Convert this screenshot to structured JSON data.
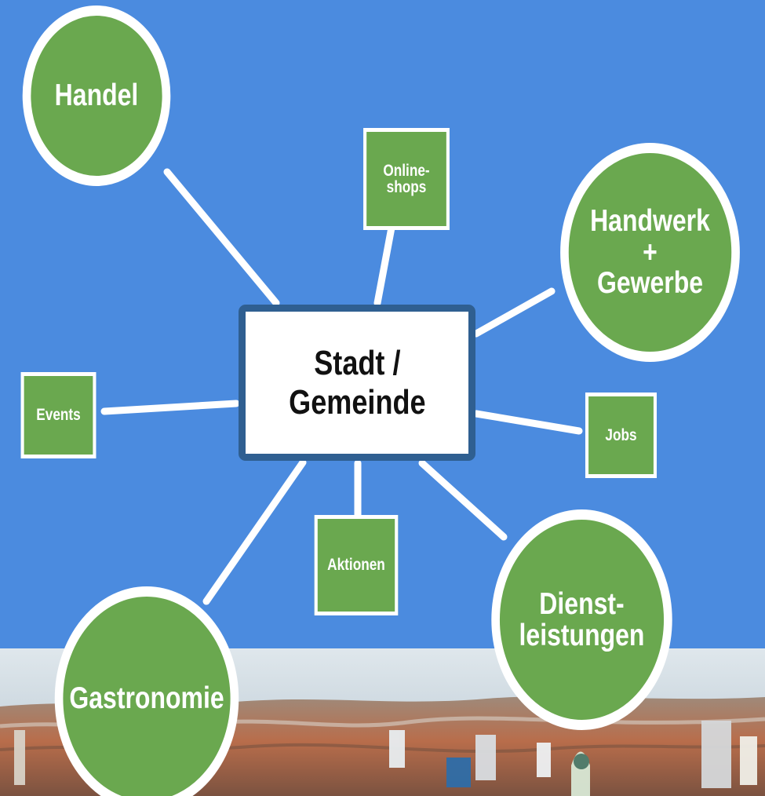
{
  "diagram": {
    "center": {
      "label": "Stadt /\nGemeinde"
    },
    "circles": [
      {
        "key": "handel",
        "label": "Handel"
      },
      {
        "key": "handwerk",
        "label": "Handwerk\n+\nGewerbe"
      },
      {
        "key": "gastronomie",
        "label": "Gastronomie"
      },
      {
        "key": "dienstleistungen",
        "label": "Dienst-\nleistungen"
      }
    ],
    "squares": [
      {
        "key": "onlineshops",
        "label": "Online-\nshops"
      },
      {
        "key": "events",
        "label": "Events"
      },
      {
        "key": "jobs",
        "label": "Jobs"
      },
      {
        "key": "aktionen",
        "label": "Aktionen"
      }
    ]
  },
  "colors": {
    "background": "#4b8bdf",
    "node_fill": "#6aa84f",
    "node_border": "#ffffff",
    "center_border": "#2f5f91",
    "center_text": "#111111",
    "connector": "#ffffff"
  },
  "background_image": {
    "subject": "aerial city skyline"
  }
}
